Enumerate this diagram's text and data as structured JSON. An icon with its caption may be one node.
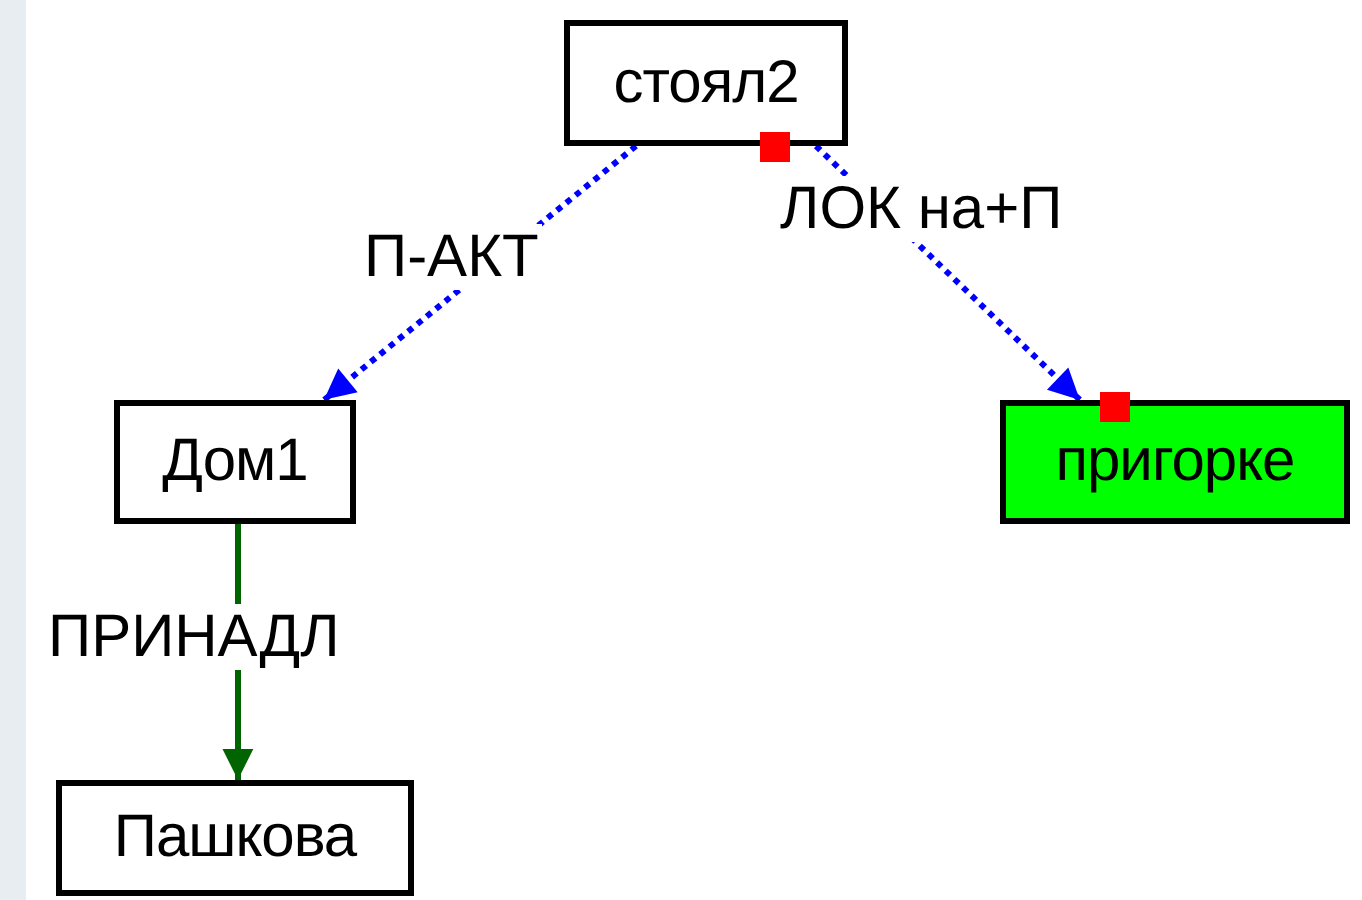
{
  "diagram": {
    "nodes": [
      {
        "text": [
          "стоял2"
        ]
      },
      {
        "text": [
          "Дом1"
        ]
      },
      {
        "text": [
          "пригорке"
        ]
      },
      {
        "text": [
          "Пашкова"
        ]
      }
    ],
    "edges": [
      {
        "from": 0,
        "to": 1,
        "arrow": "to",
        "label": "П-АКТ",
        "style": "dashed",
        "color": "#0000ff"
      },
      {
        "from": 0,
        "to": 2,
        "arrow": "to",
        "label": "ЛОК на+П",
        "style": "dashed",
        "color": "#0000ff"
      },
      {
        "from": 1,
        "to": 3,
        "arrow": "to",
        "label": "ПРИНАДЛ",
        "color": "#006400"
      }
    ]
  }
}
